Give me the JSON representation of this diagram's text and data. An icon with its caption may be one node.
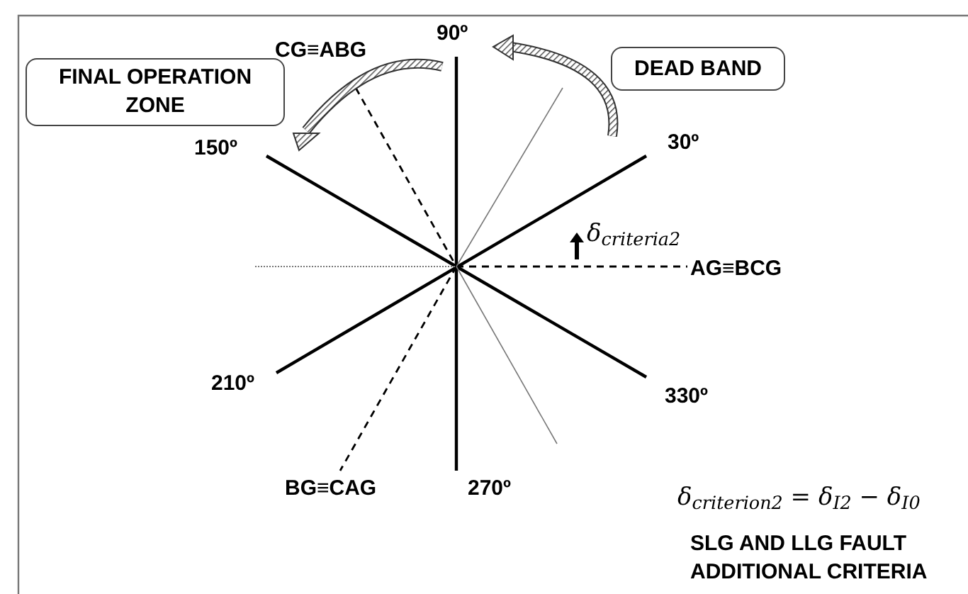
{
  "diagram": {
    "nodes": [
      {
        "text": [
          "FINAL OPERATION ZONE"
        ]
      },
      {
        "text": [
          "DEAD BAND"
        ]
      }
    ],
    "labels": [
      "90º",
      "CG≡ABG",
      "150º",
      "30º",
      "δ$_{criteria2}$",
      "AG≡BCG",
      "210º",
      "330º",
      "BG≡CAG",
      "270º",
      "δ$_{criterion2}$ = δ$_{I2}$ − δ$_{I0}$",
      "SLG AND LLG FAULT ADDITIONAL CRITERIA"
    ]
  }
}
